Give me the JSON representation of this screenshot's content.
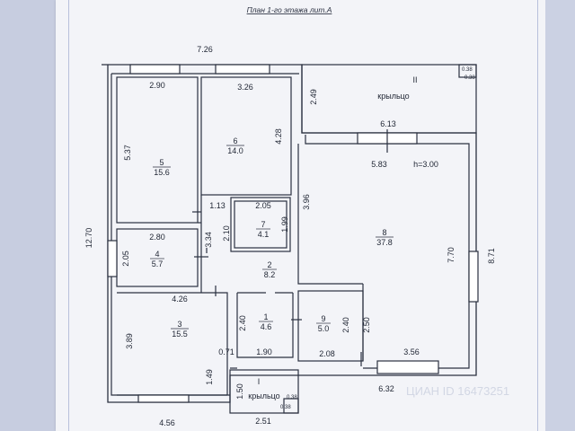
{
  "plan": {
    "title": "План 1-го этажа лит.А",
    "rooms": [
      {
        "num": "1",
        "area": "4.6"
      },
      {
        "num": "2",
        "area": "8.2"
      },
      {
        "num": "3",
        "area": "15.5"
      },
      {
        "num": "4",
        "area": "5.7"
      },
      {
        "num": "5",
        "area": "15.6"
      },
      {
        "num": "6",
        "area": "14.0"
      },
      {
        "num": "7",
        "area": "4.1"
      },
      {
        "num": "8",
        "area": "37.8"
      },
      {
        "num": "9",
        "area": "5.0"
      }
    ],
    "porches": [
      {
        "num": "II",
        "label": "крыльцо",
        "dim_a": "0.38",
        "dim_b": "0.38"
      },
      {
        "num": "I",
        "label": "крыльцо",
        "dim_a": "0.38",
        "dim_b": "0.38"
      }
    ],
    "ceiling_height": "h=3.00",
    "dimensions": {
      "top_total": "7.26",
      "left_total": "12.70",
      "right_total": "8.71",
      "r5_top": "2.90",
      "r5_side": "5.37",
      "r6_top": "3.26",
      "r6_side": "4.28",
      "porch2_side": "2.49",
      "porch2_bottom": "6.13",
      "r8_top": "5.83",
      "r8_left": "3.96",
      "r8_right": "7.70",
      "corr_a": "1.13",
      "corr_b": "2.10",
      "r7_top": "2.05",
      "r7_side": "1.99",
      "r4_top": "2.80",
      "r4_side": "2.05",
      "corr_c": "3.34",
      "r3_top": "4.26",
      "r3_side": "3.89",
      "r1_side": "2.40",
      "r1_bottom": "1.90",
      "r9_side": "2.40",
      "r9_right": "2.50",
      "r9_bottom": "2.08",
      "r8_bottom": "3.56",
      "stub": "0.71",
      "r3_low": "1.49",
      "porch1_side": "1.50",
      "bottom_right": "6.32",
      "bottom_left": "4.56",
      "porch1_bottom": "2.51"
    },
    "watermark": "ЦИАН ID 16473251"
  },
  "colors": {
    "line": "#2b3140",
    "paper": "#f3f4f8",
    "wall_fill": "#ffffff"
  }
}
